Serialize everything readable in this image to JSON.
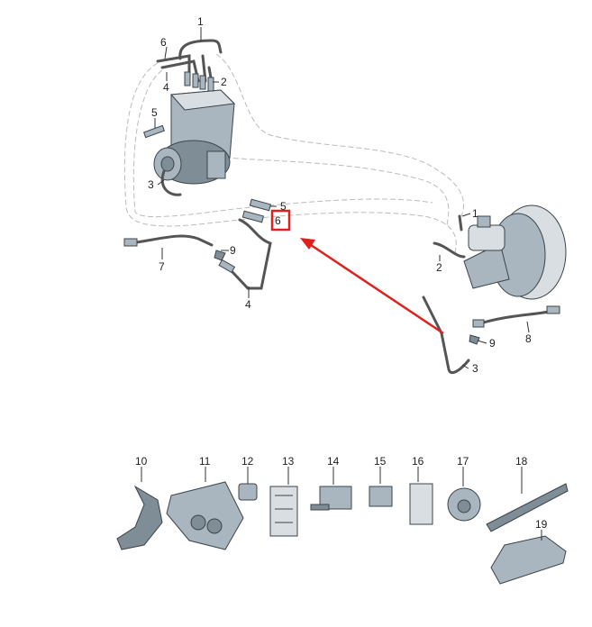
{
  "diagram": {
    "callouts_upper_left": [
      "1",
      "6",
      "4",
      "2",
      "5",
      "3",
      "5",
      "6",
      "9",
      "7",
      "4"
    ],
    "callouts_right": [
      "1",
      "2",
      "9",
      "8",
      "3"
    ],
    "callouts_bottom": [
      "10",
      "11",
      "12",
      "13",
      "14",
      "15",
      "16",
      "17",
      "18",
      "19"
    ],
    "highlight": {
      "label": "6",
      "color": "#e0201c"
    },
    "arrow_color": "#e0201c"
  }
}
